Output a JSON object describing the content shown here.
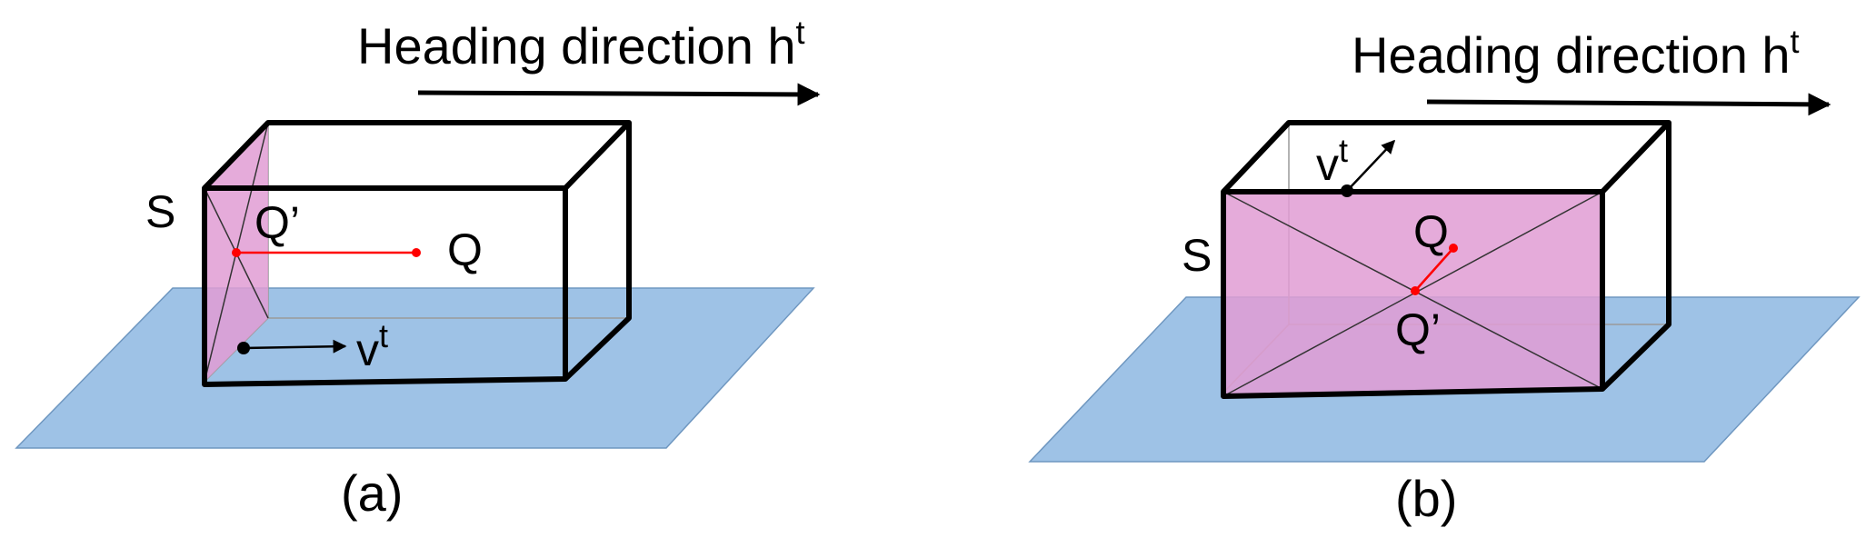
{
  "panels": [
    {
      "heading": "Heading direction h",
      "heading_sup": "t",
      "plane_label": "S",
      "point_projected": "Q’",
      "point": "Q",
      "velocity": "v",
      "velocity_sup": "t",
      "caption": "(a)"
    },
    {
      "heading": "Heading direction h",
      "heading_sup": "t",
      "plane_label": "S",
      "point_projected": "Q’",
      "point": "Q",
      "velocity": "v",
      "velocity_sup": "t",
      "caption": "(b)"
    }
  ],
  "colors": {
    "ground": "#9ec2e6",
    "plane": "#e19cd3",
    "box_edge": "#000000",
    "projection": "#ff0000"
  }
}
